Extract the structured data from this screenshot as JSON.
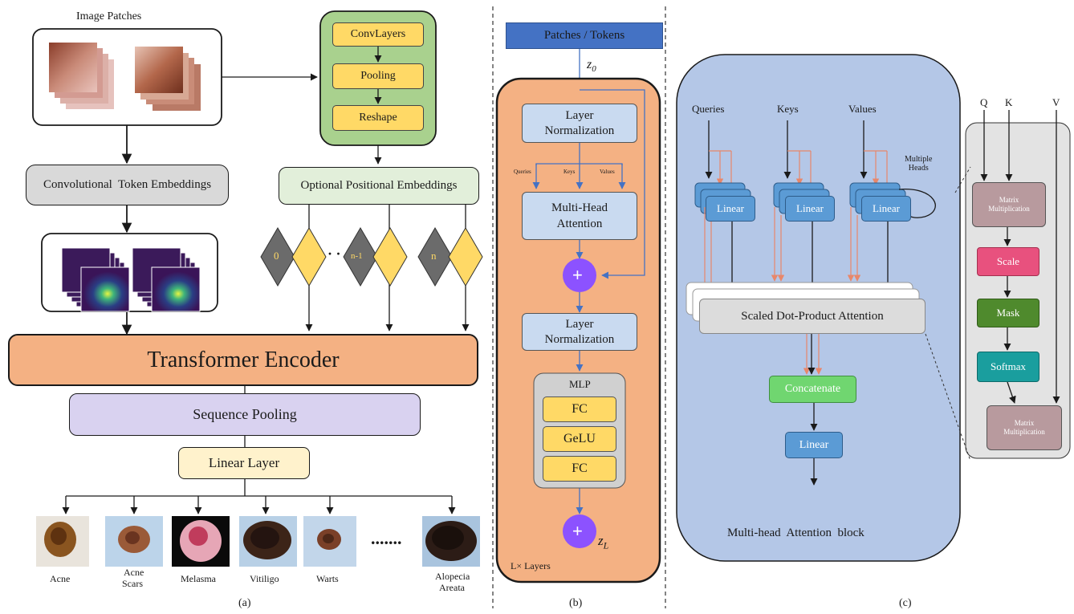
{
  "panel_a": {
    "image_patches_label": "Image Patches",
    "conv_layers": "ConvLayers",
    "pooling": "Pooling",
    "reshape": "Reshape",
    "conv_token_embeddings": "Convolutional  Token Embeddings",
    "optional_positional_embeddings": "Optional Positional Embeddings",
    "position_tokens": [
      "0",
      "n-1",
      "n"
    ],
    "ellipsis": "· ·",
    "transformer_encoder": "Transformer Encoder",
    "sequence_pooling": "Sequence Pooling",
    "linear_layer": "Linear Layer",
    "classes": [
      {
        "label1": "Acne",
        "label2": ""
      },
      {
        "label1": "Acne",
        "label2": "Scars"
      },
      {
        "label1": "Melasma",
        "label2": ""
      },
      {
        "label1": "Vitiligo",
        "label2": ""
      },
      {
        "label1": "Warts",
        "label2": ""
      },
      {
        "label1": "Alopecia",
        "label2": "Areata"
      }
    ],
    "class_ellipsis": ".......",
    "caption": "(a)"
  },
  "panel_b": {
    "patches_tokens": "Patches / Tokens",
    "z0": "z",
    "z0_sub": "0",
    "layer_norm_1": [
      "Layer",
      "Normalization"
    ],
    "qkv": [
      "Queries",
      "Keys",
      "Values"
    ],
    "mha": [
      "Multi-Head",
      "Attention"
    ],
    "plus": "+",
    "layer_norm_2": [
      "Layer",
      "Normalization"
    ],
    "mlp": "MLP",
    "fc1": "FC",
    "gelu": "GeLU",
    "fc2": "FC",
    "zl": "z",
    "zl_sub": "L",
    "lx_layers": "L× Layers",
    "caption": "(b)"
  },
  "panel_c": {
    "queries": "Queries",
    "keys": "Keys",
    "values": "Values",
    "multiple_heads": [
      "Multiple",
      "Heads"
    ],
    "linear": "Linear",
    "sdpa": "Scaled Dot-Product Attention",
    "concatenate": "Concatenate",
    "linear_out": "Linear",
    "block_title": "Multi-head  Attention  block",
    "caption": "(c)",
    "q": "Q",
    "k": "K",
    "v": "V",
    "matmul1": [
      "Matrix",
      "Multiplication"
    ],
    "scale": "Scale",
    "mask": "Mask",
    "softmax": "Softmax",
    "matmul2": [
      "Matrix",
      "Multiplication"
    ]
  },
  "colors": {
    "encoder": "#f4b183",
    "green_container": "#a9d18e",
    "yellow": "#ffd966",
    "gray_box": "#d9d9d9",
    "pos_emb": "#e2efda",
    "seq_pool": "#d9d2f0",
    "linear_layer": "#fff2cc",
    "blue_token": "#4472c4",
    "light_blue": "#c9daf0",
    "purple_plus": "#8c52ff",
    "mha_panel": "#b4c7e7",
    "linear_blue": "#5b9bd5",
    "concat_green": "#70d670",
    "scale_pink": "#e8517e",
    "mask_green": "#4f8a2d",
    "softmax_teal": "#1a9e9e",
    "matmul_mauve": "#b89a9e",
    "salmon_arrow": "#e8876a"
  }
}
